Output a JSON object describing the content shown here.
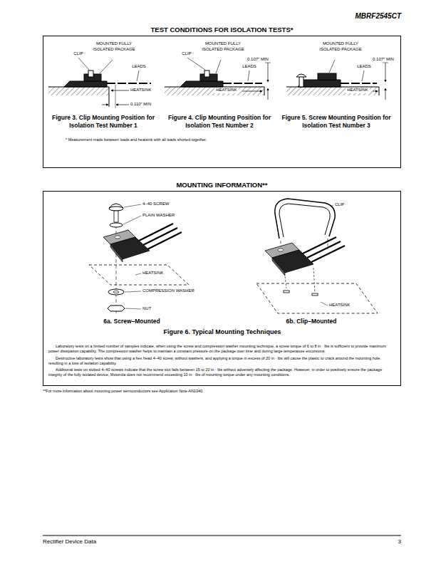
{
  "diagram": {
    "title": "MBRF2545CT",
    "nodes": [
      {
        "text": [
          "TEST CONDITIONS FOR ISOLATION TESTS*"
        ]
      },
      {
        "text": [
          "MOUNTING INFORMATION**"
        ]
      }
    ],
    "labels": [
      "MOUNTED FULLY ISOLATED PACKAGE",
      "CLIP",
      "LEADS",
      "HEATSINK",
      "0.110″ MIN",
      "Figure 3. Clip Mounting Position for Isolation Test Number 1",
      "MOUNTED FULLY ISOLATED PACKAGE",
      "CLIP",
      "0.107″ MIN",
      "LEADS",
      "HEATSINK",
      "Figure 4. Clip Mounting Position for Isolation Test Number 2",
      "MOUNTED FULLY ISOLATED PACKAGE",
      "0.107″ MIN",
      "LEADS",
      "HEATSINK",
      "Figure 5. Screw Mounting Position for Isolation Test Number 3",
      "* Measurement made between leads and heatsink with all leads shorted together.",
      "4–40 SCREW",
      "PLAIN WASHER",
      "HEATSINK",
      "COMPRESSION WASHER",
      "NUT",
      "6a. Screw–Mounted",
      "CLIP",
      "HEATSINK",
      "6b. Clip–Mounted",
      "Figure 6. Typical Mounting Techniques",
      "Laboratory tests on a limited number of samples indicate, when using the screw and compression washer mounting technique, a screw torque of 6 to 8 in · lbs is sufficient to provide maximum power dissipation capability. The compression washer helps to maintain a constant pressure on the package over time and during large temperature excursions.",
      "Destructive laboratory tests show that using a hex head 4–40 screw, without washers, and applying a torque in excess of 20 in · lbs will cause the plastic to crack around the mounting hole, resulting in a loss of isolation capability.",
      "Additional tests on slotted 4–40 screws indicate that the screw slot fails between 15 to 20 in · lbs without adversely affecting the package. However, in order to positively ensure the package integrity of the fully isolated device, Motorola does not recommend exceeding 10 in · lbs of mounting torque under any mounting conditions.",
      "**For more information about mounting power semiconductors see Application Note AN1040.",
      "Rectifier Device Data",
      "3"
    ]
  }
}
